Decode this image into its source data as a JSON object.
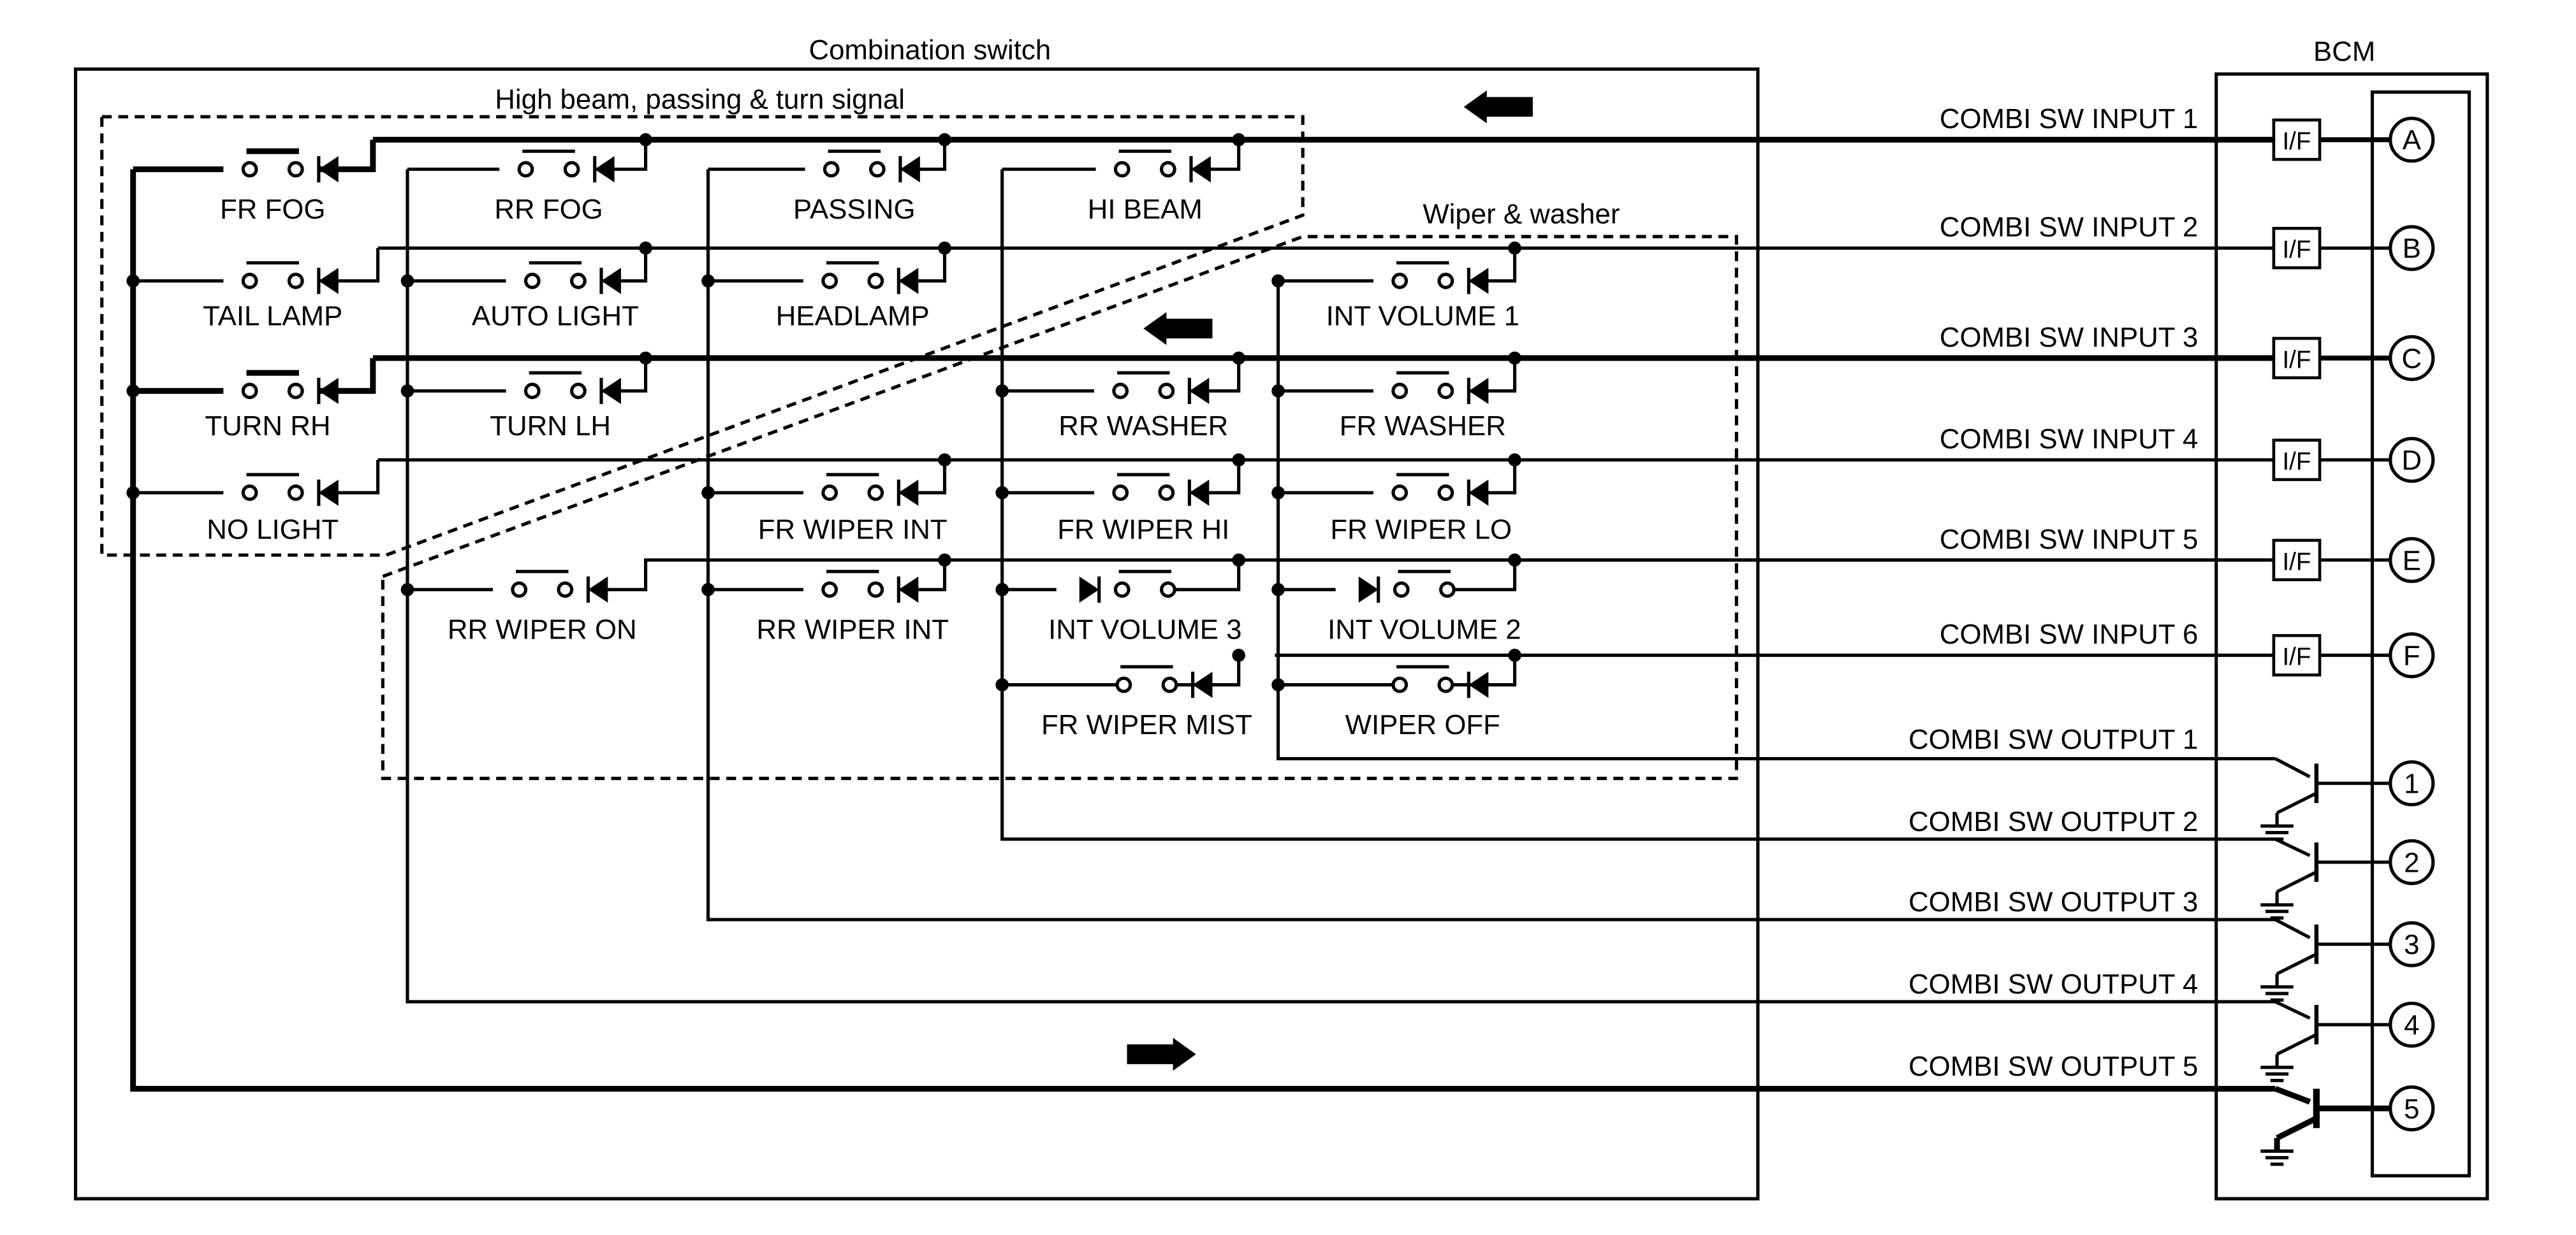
{
  "titles": {
    "combination_switch": "Combination switch",
    "bcm": "BCM",
    "group_light": "High beam, passing & turn signal",
    "group_wiper": "Wiper & washer"
  },
  "switches": {
    "fr_fog": "FR FOG",
    "rr_fog": "RR FOG",
    "passing": "PASSING",
    "hi_beam": "HI BEAM",
    "tail_lamp": "TAIL LAMP",
    "auto_light": "AUTO LIGHT",
    "headlamp": "HEADLAMP",
    "int_volume_1": "INT VOLUME 1",
    "turn_rh": "TURN RH",
    "turn_lh": "TURN LH",
    "rr_washer": "RR WASHER",
    "fr_washer": "FR WASHER",
    "no_light": "NO LIGHT",
    "fr_wiper_int": "FR WIPER INT",
    "fr_wiper_hi": "FR WIPER HI",
    "fr_wiper_lo": "FR WIPER LO",
    "rr_wiper_on": "RR WIPER ON",
    "rr_wiper_int": "RR WIPER INT",
    "int_volume_3": "INT VOLUME 3",
    "int_volume_2": "INT VOLUME 2",
    "fr_wiper_mist": "FR WIPER MIST",
    "wiper_off": "WIPER OFF"
  },
  "inputs": [
    {
      "label": "COMBI SW INPUT 1",
      "terminal": "A",
      "iface": "I/F"
    },
    {
      "label": "COMBI SW INPUT 2",
      "terminal": "B",
      "iface": "I/F"
    },
    {
      "label": "COMBI SW INPUT 3",
      "terminal": "C",
      "iface": "I/F"
    },
    {
      "label": "COMBI SW INPUT 4",
      "terminal": "D",
      "iface": "I/F"
    },
    {
      "label": "COMBI SW INPUT 5",
      "terminal": "E",
      "iface": "I/F"
    },
    {
      "label": "COMBI SW INPUT 6",
      "terminal": "F",
      "iface": "I/F"
    }
  ],
  "outputs": [
    {
      "label": "COMBI SW OUTPUT 1",
      "terminal": "1"
    },
    {
      "label": "COMBI SW OUTPUT 2",
      "terminal": "2"
    },
    {
      "label": "COMBI SW OUTPUT 3",
      "terminal": "3"
    },
    {
      "label": "COMBI SW OUTPUT 4",
      "terminal": "4"
    },
    {
      "label": "COMBI SW OUTPUT 5",
      "terminal": "5"
    }
  ]
}
